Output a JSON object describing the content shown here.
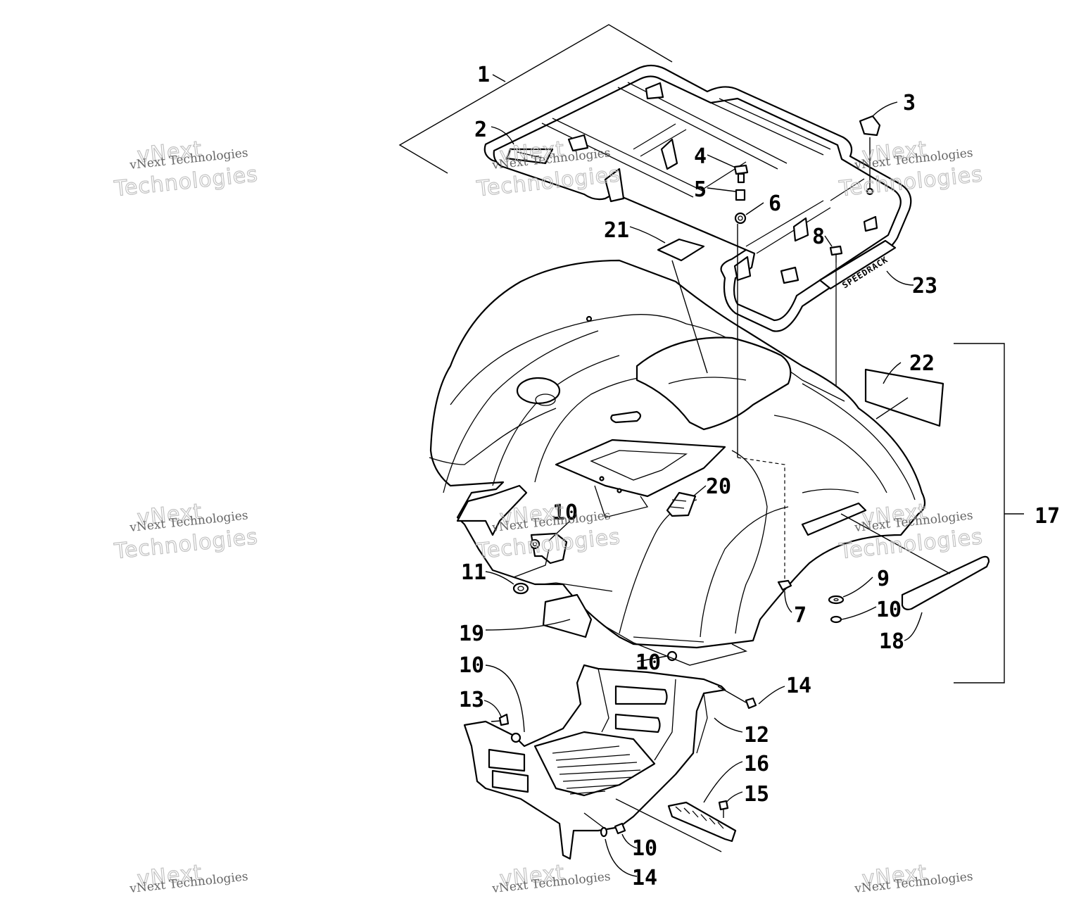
{
  "callouts": {
    "c1": "1",
    "c2": "2",
    "c3": "3",
    "c4": "4",
    "c5": "5",
    "c6": "6",
    "c7": "7",
    "c8": "8",
    "c9": "9",
    "c10a": "10",
    "c10b": "10",
    "c10c": "10",
    "c10d": "10",
    "c10e": "10",
    "c11": "11",
    "c12": "12",
    "c13": "13",
    "c14a": "14",
    "c14b": "14",
    "c15": "15",
    "c16": "16",
    "c17": "17",
    "c18": "18",
    "c19": "19",
    "c20": "20",
    "c21": "21",
    "c22": "22",
    "c23": "23"
  },
  "rack_decal_text": "SPEEDRACK",
  "watermark": {
    "line1": "vNext Technologies",
    "line2": "vNext",
    "line3": "Technologies"
  }
}
